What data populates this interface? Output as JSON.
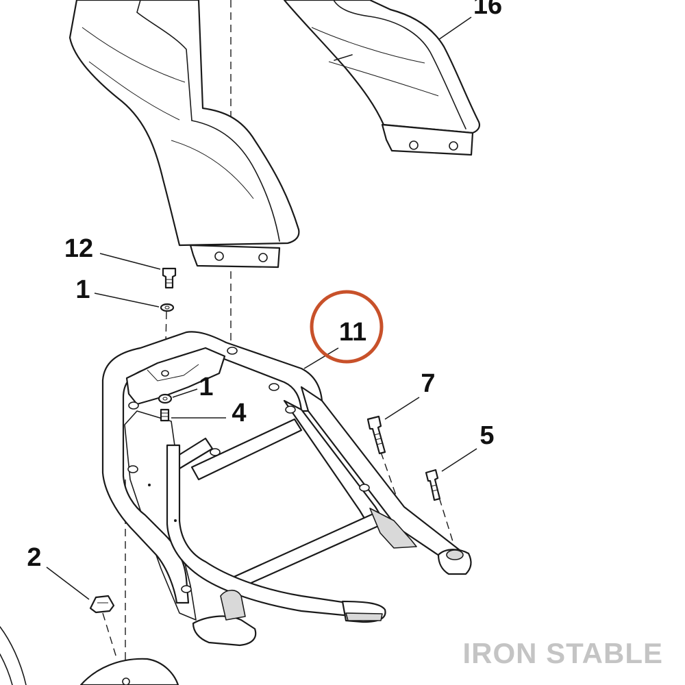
{
  "diagram": {
    "callouts": [
      {
        "id": "16",
        "label": "16"
      },
      {
        "id": "12",
        "label": "12"
      },
      {
        "id": "1a",
        "label": "1"
      },
      {
        "id": "11",
        "label": "11"
      },
      {
        "id": "1b",
        "label": "1"
      },
      {
        "id": "4",
        "label": "4"
      },
      {
        "id": "7",
        "label": "7"
      },
      {
        "id": "5",
        "label": "5"
      },
      {
        "id": "2",
        "label": "2"
      }
    ],
    "highlight_color": "#c8512a",
    "watermark": "IRON STABLE"
  }
}
